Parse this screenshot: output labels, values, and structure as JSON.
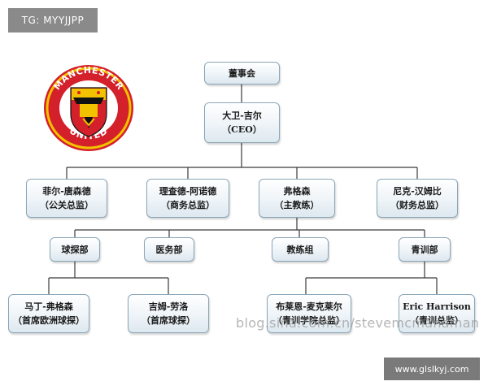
{
  "badges": {
    "tg": "TG: MYYJJPP",
    "site": "www.glslkyj.com"
  },
  "watermark": "blog.sina.com.cn/stevemcmanaman",
  "logo": {
    "top_text": "MANCHESTER",
    "bottom_text": "UNITED"
  },
  "org": {
    "board": "董事会",
    "ceo": {
      "name": "大卫-吉尔",
      "title": "（CEO）"
    },
    "execs": [
      {
        "name": "菲尔-唐森德",
        "title": "（公关总监）"
      },
      {
        "name": "理查德-阿诺德",
        "title": "（商务总监）"
      },
      {
        "name": "弗格森",
        "title": "（主教练）"
      },
      {
        "name": "尼克-汉姆比",
        "title": "（财务总监）"
      }
    ],
    "depts": [
      "球探部",
      "医务部",
      "教练组",
      "青训部"
    ],
    "staff": [
      {
        "name": "马丁-弗格森",
        "title": "（首席欧洲球探）"
      },
      {
        "name": "吉姆-劳洛",
        "title": "（首席球探）"
      },
      {
        "name": "布莱恩-麦克莱尔",
        "title": "（青训学院总监）"
      },
      {
        "name": "Eric Harrison",
        "title": "（青训总监）"
      }
    ]
  },
  "colors": {
    "line": "#3a3a3a",
    "box_border": "#8aa6b8",
    "club_red": "#d4202a",
    "club_gold": "#f2c200"
  }
}
